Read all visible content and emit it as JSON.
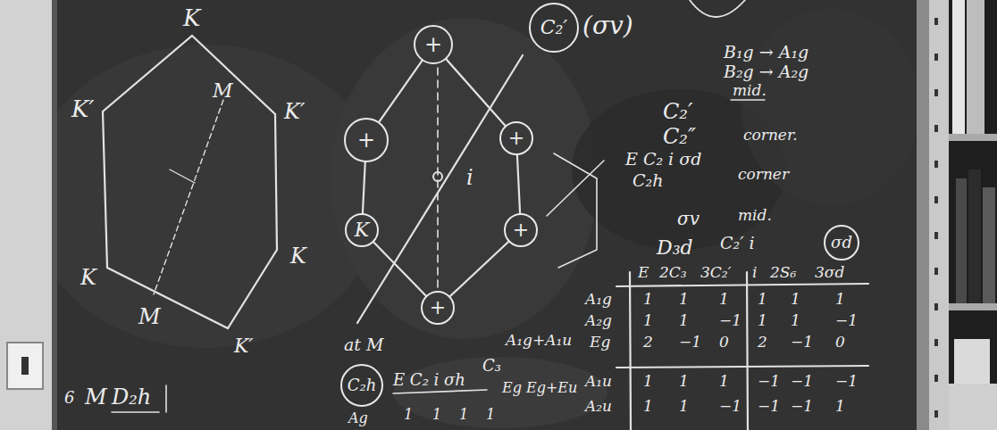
{
  "diagram": {
    "nodes": [
      {
        "text": [
          "+"
        ]
      },
      {
        "text": [
          "+"
        ]
      },
      {
        "text": [
          "+"
        ]
      },
      {
        "text": [
          "K"
        ]
      },
      {
        "text": [
          "+"
        ]
      },
      {
        "text": [
          "+"
        ]
      },
      {
        "text": [
          "C₂′"
        ]
      },
      {
        "text": [
          "C₂h"
        ]
      },
      {
        "text": [
          "σd"
        ]
      }
    ],
    "edges": [
      {
        "from": 0,
        "to": 1,
        "arrow": "none"
      },
      {
        "from": 0,
        "to": 2,
        "arrow": "none"
      },
      {
        "from": 1,
        "to": 3,
        "arrow": "none"
      },
      {
        "from": 2,
        "to": 4,
        "arrow": "none"
      },
      {
        "from": 3,
        "to": 5,
        "arrow": "none"
      },
      {
        "from": 4,
        "to": 5,
        "arrow": "none"
      }
    ],
    "labels": [
      "K",
      "M",
      "K′",
      "K′",
      "K",
      "K",
      "K′",
      "M",
      "i",
      "(σv)",
      "B₁g → A₁g",
      "B₂g → A₂g",
      "mid.",
      "C₂′",
      "C₂″",
      "corner.",
      "E C₂ i σd",
      "C₂h",
      "corner",
      "σv",
      "mid.",
      "D₃d",
      "C₂′ i",
      "E",
      "2C₃",
      "3C₂′",
      "i",
      "2S₆",
      "3σd",
      "A₁g",
      "1",
      "1",
      "1",
      "1",
      "1",
      "1",
      "A₂g",
      "1",
      "1",
      "−1",
      "1",
      "1",
      "−1",
      "Eg",
      "2",
      "−1",
      "0",
      "2",
      "−1",
      "0",
      "A₁u",
      "1",
      "1",
      "1",
      "−1",
      "−1",
      "−1",
      "A₂u",
      "1",
      "1",
      "−1",
      "−1",
      "−1",
      "1",
      "at M",
      "E C₂ i σh",
      "Ag",
      "1",
      "1",
      "1",
      "1",
      "C₃",
      "A₁g+A₁u",
      "Eg Eg+Eu",
      "6",
      "M",
      "D₂h"
    ]
  }
}
